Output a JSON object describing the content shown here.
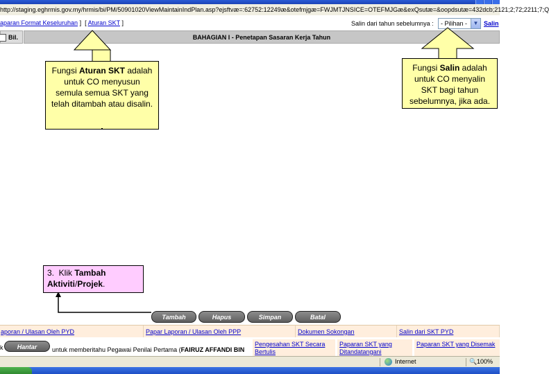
{
  "browser": {
    "address": "http://staging.eghrmis.gov.my/hrmis/bi/PM/50901020ViewMaintainIndPlan.asp?ejsftvæ=:62752:12249æ&otefmjgæ=FWJMTJNSICE=OTEFMJGæ&exQsutæ=&oopdsutæ=432dcb;2121;2;72;2211;7;Q"
  },
  "links": {
    "format_keseluruhan": "aparan Format Keseluruhan",
    "aturan_skt": "Aturan SKT",
    "bracket_sep": " ]  [ ",
    "bracket_close": " ]",
    "salin_label": "Salin dari tahun sebelumnya :",
    "pilihan_value": "- Pilihan -",
    "salin": "Salin"
  },
  "table_header": {
    "bil": "Bil.",
    "bahagian": "BAHAGIAN I - Penetapan Sasaran Kerja Tahun"
  },
  "callouts": {
    "aturan_pre": "Fungsi ",
    "aturan_bold": "Aturan SKT",
    "aturan_post": " adalah untuk CO menyusun semula semua SKT yang telah ditambah atau disalin.",
    "salin_pre": "Fungsi ",
    "salin_bold": "Salin",
    "salin_post": " adalah untuk CO menyalin SKT bagi tahun sebelumnya, jika ada."
  },
  "step": {
    "num": "3.  Klik ",
    "bold1": "Tambah Aktiviti",
    "slash": "/",
    "bold2": "Projek",
    "end": "."
  },
  "buttons": {
    "tambah": "Tambah",
    "hapus": "Hapus",
    "simpan": "Simpan",
    "batal": "Batal",
    "hantar": "Hantar"
  },
  "bottom_links": {
    "laporan_pyd": "aporan / Ulasan Oleh PYD",
    "laporan_ppp": "Papar Laporan / Ulasan Oleh PPP",
    "dokumen_sokongan": "Dokumen Sokongan",
    "salin_skt_pyd": "Salin dari SKT PYD",
    "k_prefix": "k",
    "untuk_pre": "untuk memberitahu Pegawai Penilai Pertama (",
    "untuk_bold": "FAIRUZ AFFANDI BIN",
    "pengesahan": "Pengesahan SKT Secara Bertulis",
    "paparan1": "Paparan SKT yang Ditandatangani",
    "paparan2": "Paparan SKT yang Disemak"
  },
  "status": {
    "zone": "Internet",
    "zoom": "100%"
  },
  "colors": {
    "callout_fill": "#ffffa8",
    "step_fill": "#ffccff",
    "link": "#0000cc",
    "bottom_row": "#ffeedd"
  }
}
